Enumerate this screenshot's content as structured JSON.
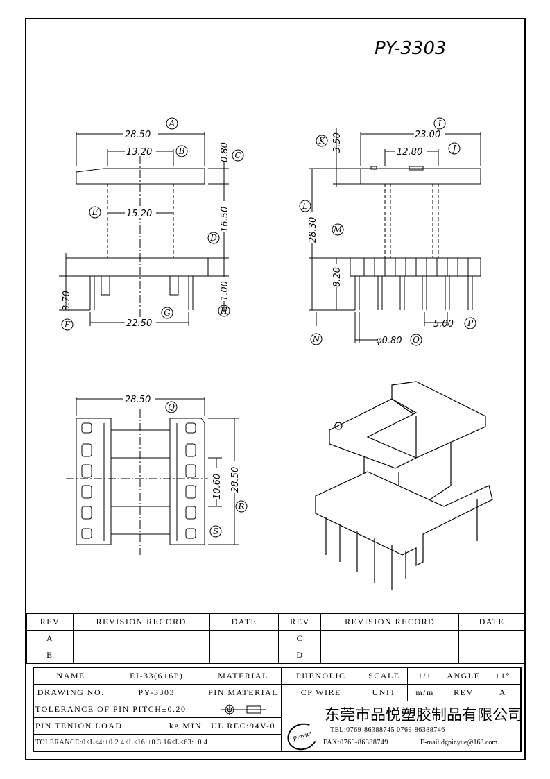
{
  "title": "PY-3303",
  "front_view": {
    "A": "28.50",
    "B": "13.20",
    "C": "0.80",
    "D": "16.50",
    "E": "15.20",
    "F": "3.70",
    "G": "22.50",
    "H": "1.00"
  },
  "side_view": {
    "I": "23.00",
    "J": "12.80",
    "K": "3.50",
    "L": "28.30",
    "M": "8.20",
    "O": "φ0.80",
    "P": "5.00"
  },
  "bottom_view": {
    "Q": "28.50",
    "R": "28.50",
    "S": "10.60"
  },
  "letters": [
    "A",
    "B",
    "C",
    "D",
    "E",
    "F",
    "G",
    "H",
    "I",
    "J",
    "K",
    "L",
    "M",
    "N",
    "O",
    "P",
    "Q",
    "R",
    "S"
  ],
  "revision": {
    "headers": [
      "REV",
      "REVISION RECORD",
      "DATE",
      "REV",
      "REVISION RECORD",
      "DATE"
    ],
    "rows": [
      [
        "A",
        "",
        "",
        "C",
        "",
        ""
      ],
      [
        "B",
        "",
        "",
        "D",
        "",
        ""
      ]
    ]
  },
  "info": {
    "name_label": "NAME",
    "name": "EI-33(6+6P)",
    "material_label": "MATERIAL",
    "material": "PHENOLIC",
    "scale_label": "SCALE",
    "scale": "1/1",
    "angle_label": "ANGLE",
    "angle": "±1°",
    "drawing_no_label": "DRAWING NO.",
    "drawing_no": "PY-3303",
    "pin_material_label": "PIN MATERIAL",
    "pin_material": "CP WIRE",
    "unit_label": "UNIT",
    "unit": "m/m",
    "rev_label": "REV",
    "rev": "A",
    "pin_pitch": "TOLERANCE OF PIN PITCH±0.20",
    "pin_load": "PIN TENION LOAD",
    "pin_load_unit": "kg MIN",
    "ul": "UL REC:94V-0",
    "tolerance": "TOLERANCE:0<L≤4:±0.2  4<L≤16:±0.3  16<L≤63:±0.4",
    "company": "东莞市品悦塑胶制品有限公司",
    "logo": "Pinyue",
    "tel": "TEL:0769-86388745    0769-86388746",
    "fax": "FAX:0769-86388749",
    "email": "E-mail:dgpinyue@163.com"
  }
}
